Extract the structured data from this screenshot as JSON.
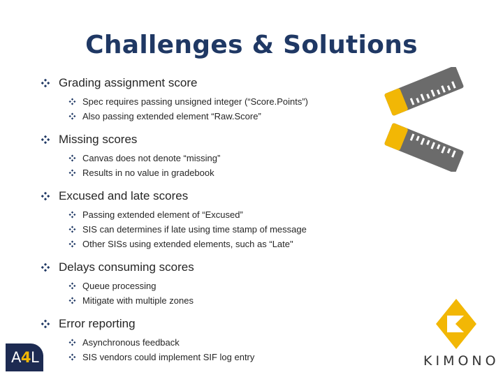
{
  "slide": {
    "title": "Challenges & Solutions",
    "accent_color": "#1f3864",
    "bullet_icon": "diamond-quad-icon",
    "sections": [
      {
        "heading": "Grading assignment score",
        "items": [
          "Spec requires passing unsigned integer (“Score.Points”)",
          "Also passing extended element “Raw.Score”"
        ]
      },
      {
        "heading": "Missing scores",
        "items": [
          "Canvas does not denote “missing”",
          "Results in no value in gradebook"
        ]
      },
      {
        "heading": "Excused and late scores",
        "items": [
          "Passing extended element of “Excused”",
          "SIS can determines if late using time stamp of message",
          "Other SISs using extended elements, such as “Late\""
        ]
      },
      {
        "heading": "Delays consuming scores",
        "items": [
          "Queue processing",
          "Mitigate with multiple zones"
        ]
      },
      {
        "heading": "Error reporting",
        "items": [
          "Asynchronous feedback",
          "SIS vendors could implement SIF log entry"
        ]
      }
    ]
  },
  "images": {
    "rulers": "crossed-rulers-icon"
  },
  "logos": {
    "a4l": {
      "prefix": "A",
      "highlight": "4",
      "suffix": "L",
      "bg_color": "#1d2b52",
      "highlight_color": "#f2b705"
    },
    "kimono": {
      "word": "KIMONO",
      "mark_color": "#f2b705"
    }
  }
}
